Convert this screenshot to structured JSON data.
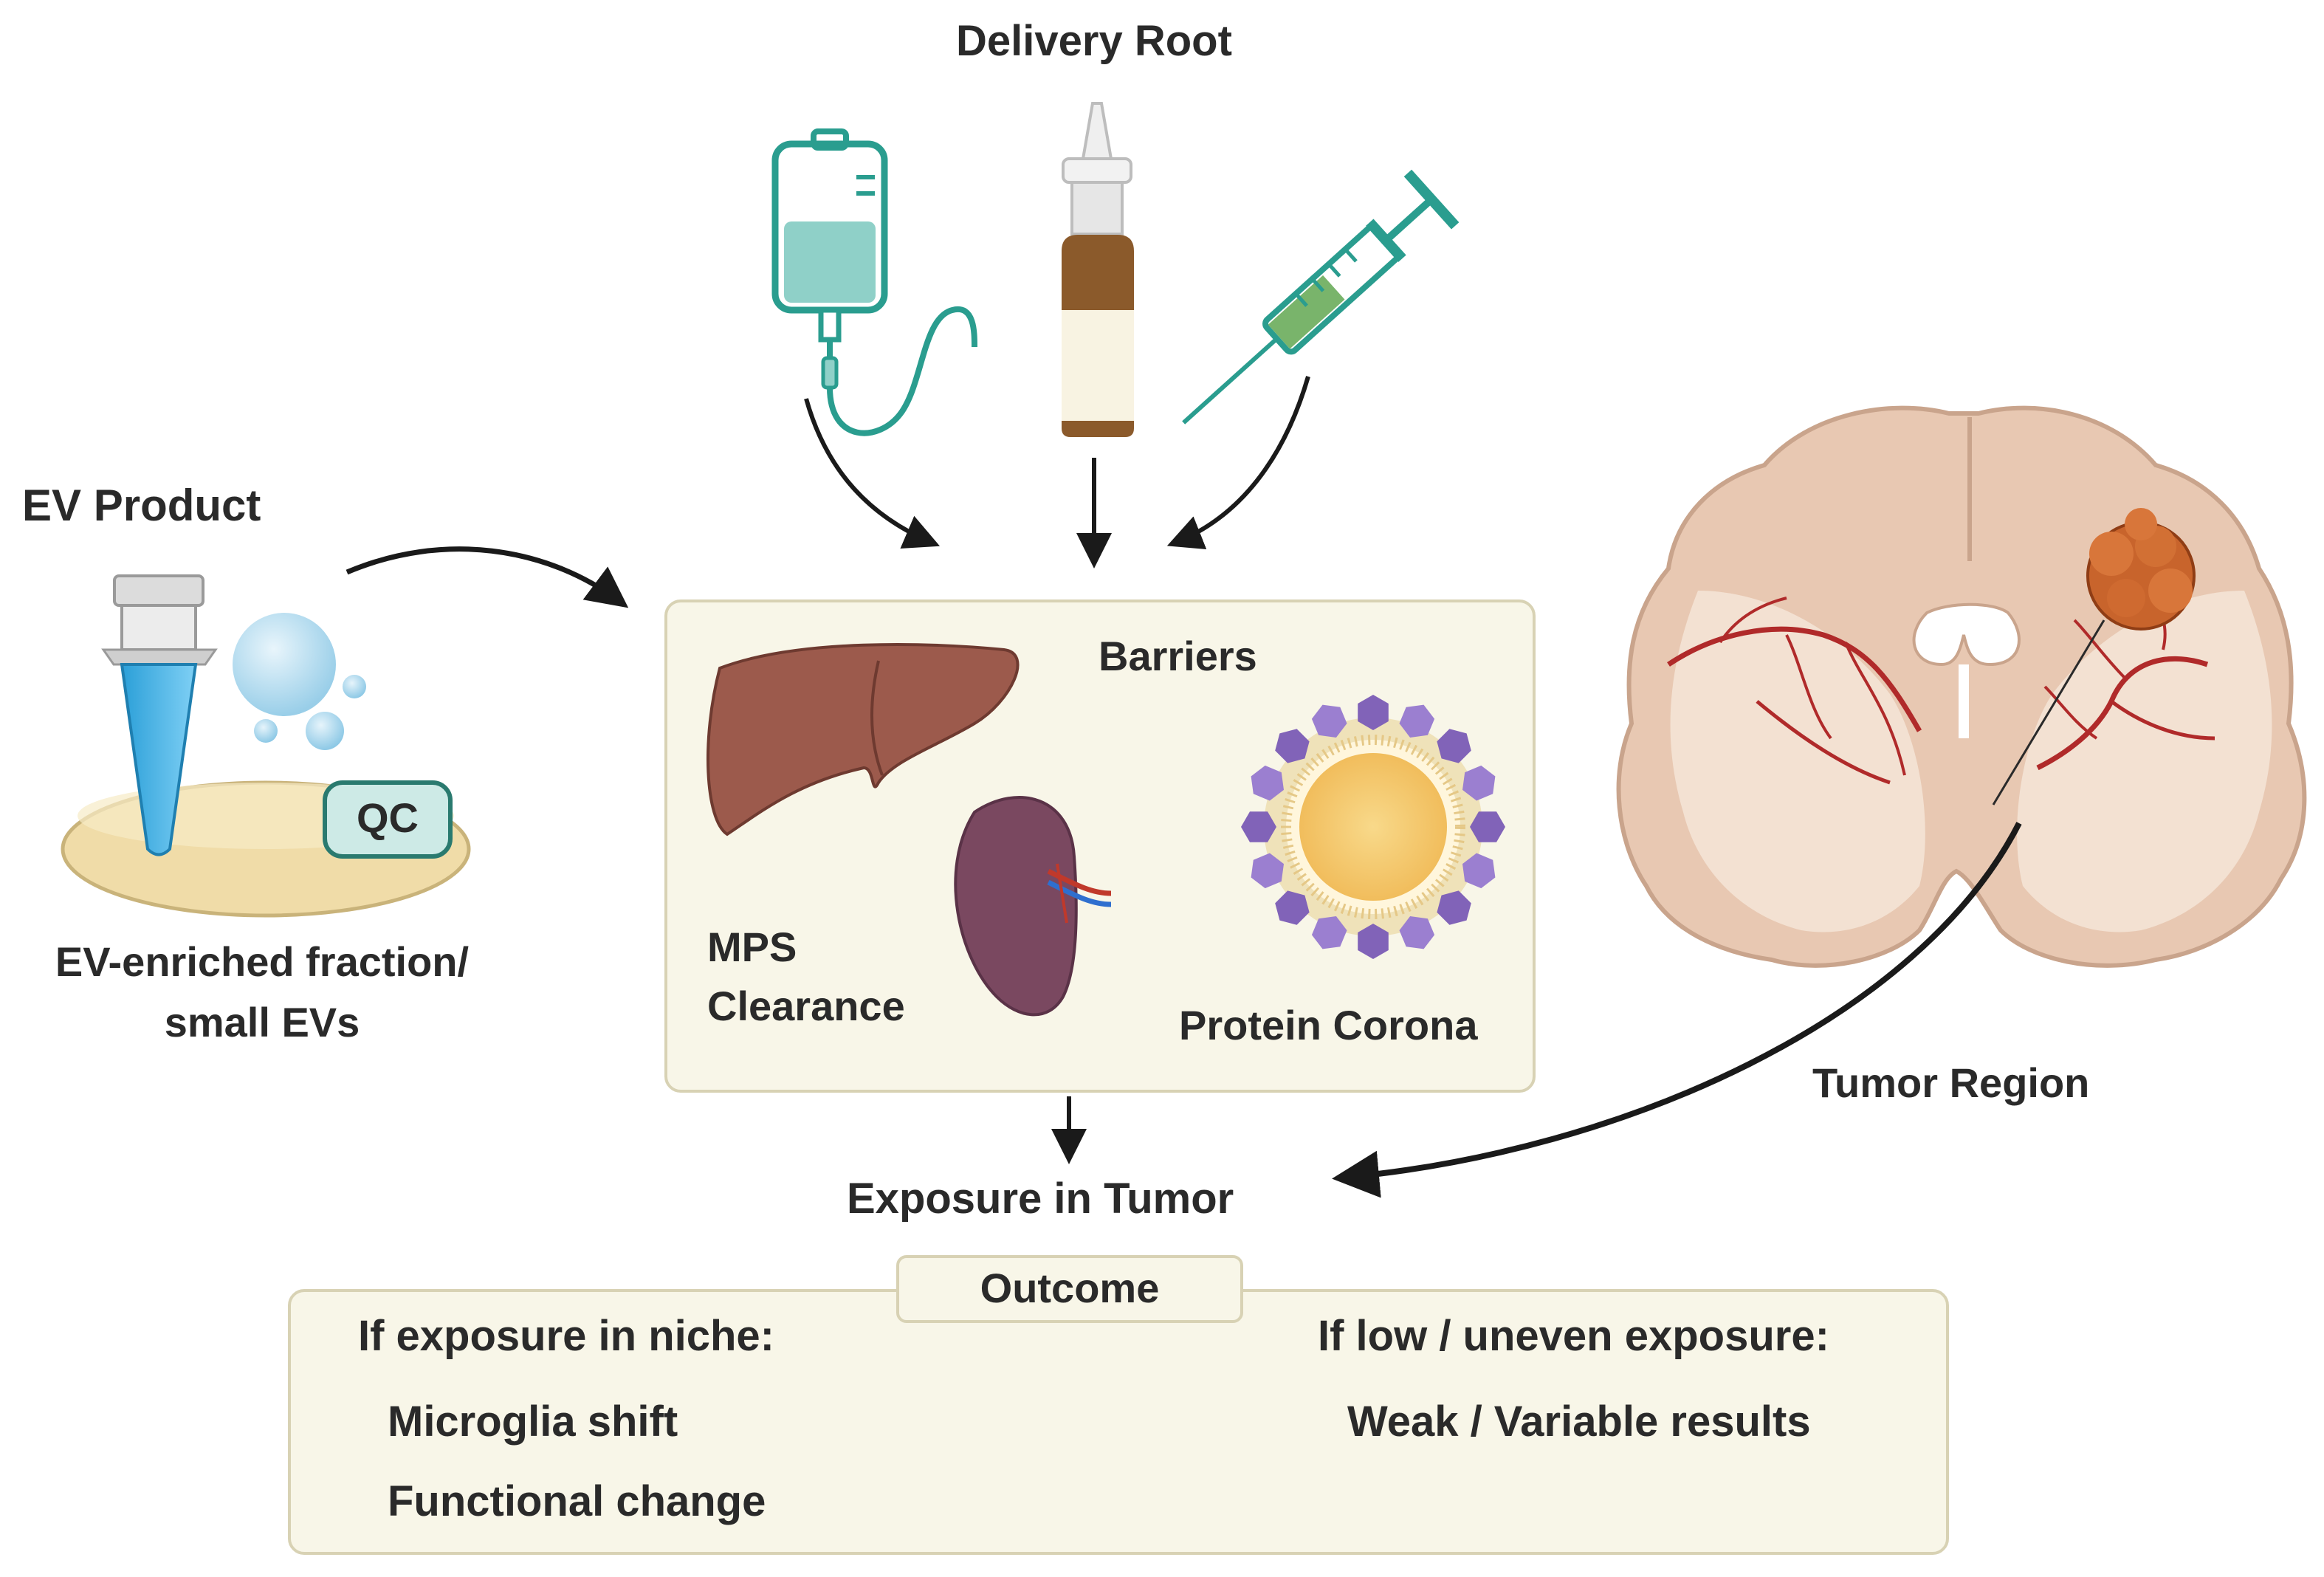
{
  "delivery": {
    "title": "Delivery Root",
    "icons": [
      "iv-bag-icon",
      "nasal-spray-icon",
      "syringe-icon"
    ]
  },
  "ev_product": {
    "title": "EV Product",
    "qc_label": "QC",
    "caption_line1": "EV-enriched fraction/",
    "caption_line2": "small EVs"
  },
  "barriers": {
    "title": "Barriers",
    "mps_line1": "MPS",
    "mps_line2": "Clearance",
    "corona": "Protein Corona"
  },
  "tumor": {
    "label": "Tumor Region"
  },
  "exposure": {
    "label": "Exposure in Tumor"
  },
  "outcome": {
    "title": "Outcome",
    "left_heading": "If exposure in niche:",
    "left_items": [
      "Microglia shift",
      "Functional change"
    ],
    "right_heading": "If low / uneven exposure:",
    "right_items": [
      "Weak / Variable results"
    ]
  },
  "colors": {
    "panel_fill": "#f8f6e8",
    "panel_border": "#d8d2b4",
    "teal": "#2a9d8f",
    "liver": "#9c5a4c",
    "spleen": "#7a4860",
    "corona_purple": "#8e6fc0",
    "core_gold": "#f5c76a",
    "brain": "#e8c8b2",
    "vessel": "#b02a2a",
    "tumor": "#c8642c"
  }
}
